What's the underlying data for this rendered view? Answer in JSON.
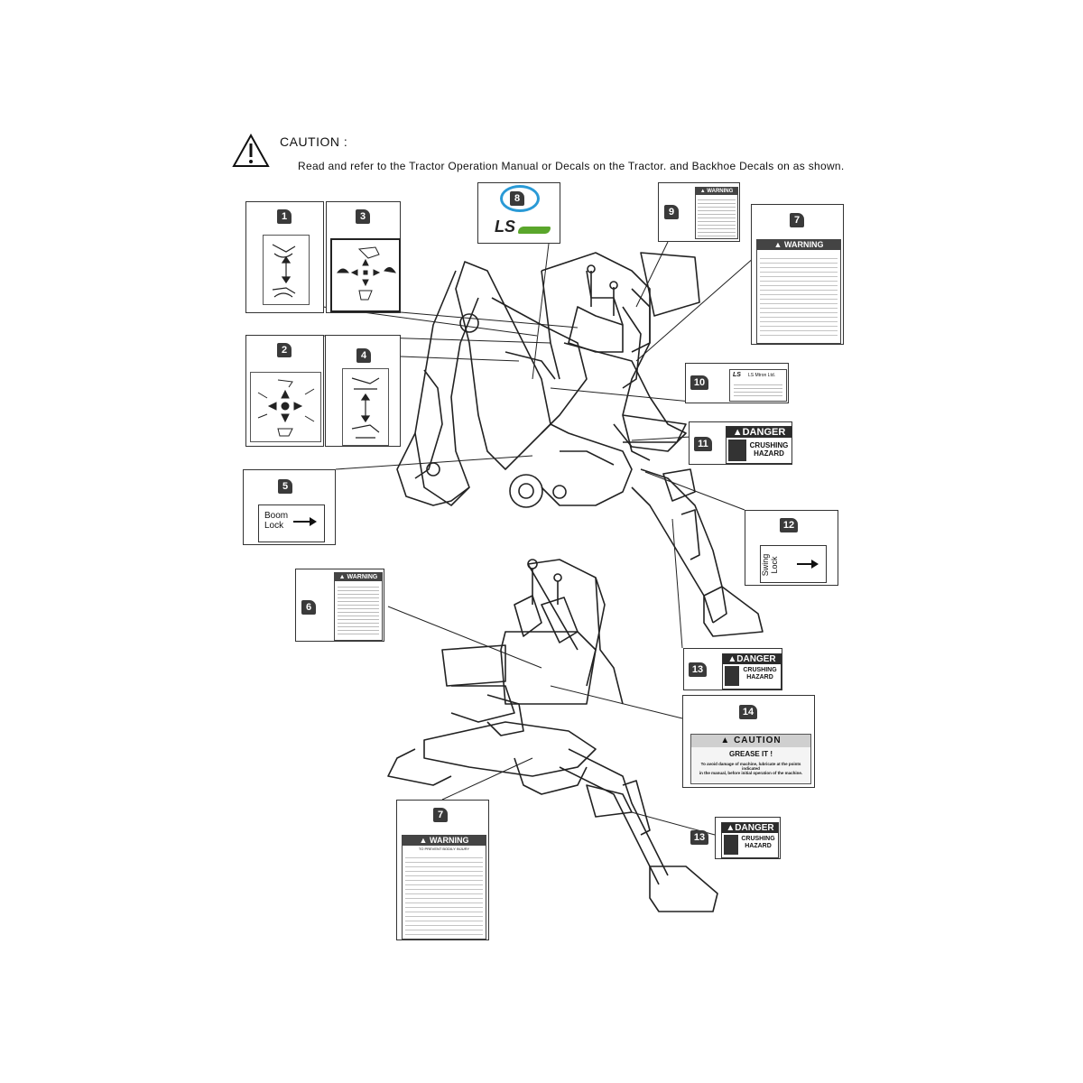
{
  "header": {
    "caution_title": "CAUTION :",
    "caution_text": "Read and refer to the Tractor Operation Manual or Decals on the Tractor. and Backhoe Decals on as shown."
  },
  "decals": {
    "n1": "1",
    "n2": "2",
    "n3": "3",
    "n4": "4",
    "n5": "5",
    "n6": "6",
    "n7a": "7",
    "n7b": "7",
    "n8": "8",
    "n9": "9",
    "n10": "10",
    "n11": "11",
    "n12": "12",
    "n13a": "13",
    "n13b": "13",
    "n14": "14",
    "boom_lock_line1": "Boom",
    "boom_lock_line2": "Lock",
    "swing_lock_line1": "Swing",
    "swing_lock_line2": "Lock",
    "warning_label": "WARNING",
    "danger_label": "DANGER",
    "crushing": "CRUSHING",
    "hazard": "HAZARD",
    "caution_label": "CAUTION",
    "grease_it": "GREASE IT !",
    "grease_line1": "To avoid damage of machine, lubricate at the points indicated",
    "grease_line2": "in the manual, before initial operation of the machine.",
    "ls_logo": "LS",
    "ls_mtron": "LS Mtron Ltd.",
    "prevent_injury": "TO PREVENT BODILY INJURY"
  },
  "colors": {
    "highlight_ring": "#2a9ad6",
    "ls_green": "#5aa62b",
    "ink": "#222222"
  }
}
